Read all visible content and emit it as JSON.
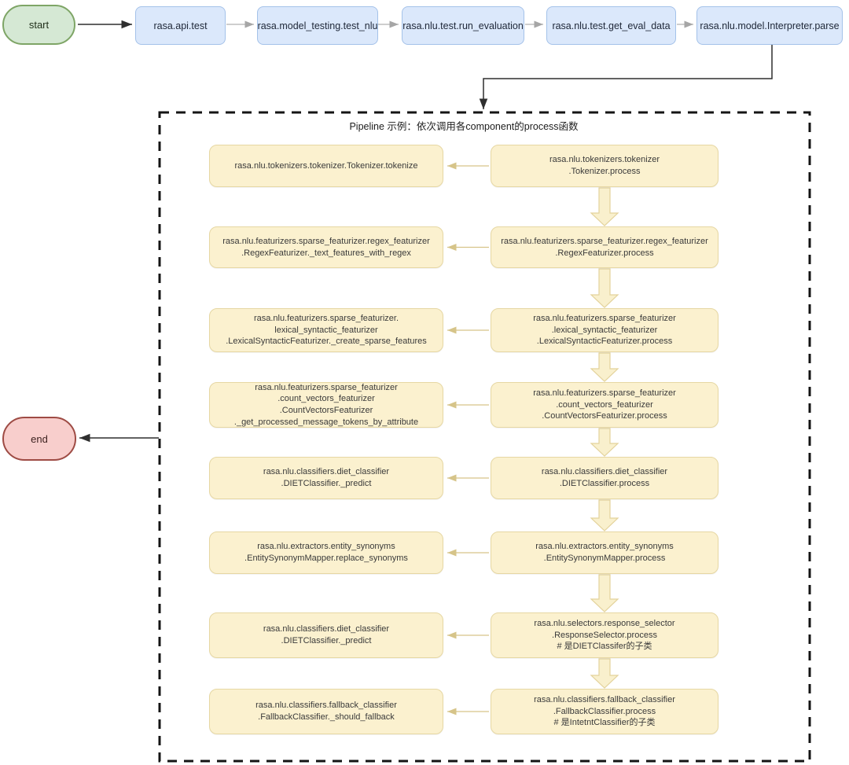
{
  "diagram_title": "Rasa NLU test call-flow diagram",
  "colors": {
    "start_fill": "#d5e8d4",
    "start_border": "#7ea566",
    "end_fill": "#f8cecc",
    "end_border": "#9e4b44",
    "step_fill": "#dbe8fb",
    "step_border": "#a4c2e9",
    "pipeline_box_fill": "#fbf1cf",
    "pipeline_box_border": "#e6d7a3",
    "block_arrow_fill": "#f9f0cd",
    "block_arrow_stroke": "#e3d29b",
    "wire_black": "#2f2f2f",
    "wire_gray": "#b1b1b1",
    "wire_tan": "#d6c489"
  },
  "top_flow": {
    "start_label": "start",
    "end_label": "end",
    "steps": [
      "rasa.api.test",
      "rasa.model_testing.test_nlu",
      "rasa.nlu.test.run_evaluation",
      "rasa.nlu.test.get_eval_data",
      "rasa.nlu.model.Interpreter.parse"
    ]
  },
  "pipeline": {
    "title": "Pipeline 示例：依次调用各component的process函数",
    "rows": [
      {
        "process": [
          "rasa.nlu.tokenizers.tokenizer",
          ".Tokenizer.process"
        ],
        "call": [
          "rasa.nlu.tokenizers.tokenizer.Tokenizer.tokenize"
        ]
      },
      {
        "process": [
          "rasa.nlu.featurizers.sparse_featurizer.regex_featurizer",
          ".RegexFeaturizer.process"
        ],
        "call": [
          "rasa.nlu.featurizers.sparse_featurizer.regex_featurizer",
          ".RegexFeaturizer._text_features_with_regex"
        ]
      },
      {
        "process": [
          "rasa.nlu.featurizers.sparse_featurizer",
          ".lexical_syntactic_featurizer",
          ".LexicalSyntacticFeaturizer.process"
        ],
        "call": [
          "rasa.nlu.featurizers.sparse_featurizer.",
          "lexical_syntactic_featurizer",
          ".LexicalSyntacticFeaturizer._create_sparse_features"
        ]
      },
      {
        "process": [
          "rasa.nlu.featurizers.sparse_featurizer",
          ".count_vectors_featurizer",
          ".CountVectorsFeaturizer.process"
        ],
        "call": [
          "rasa.nlu.featurizers.sparse_featurizer",
          ".count_vectors_featurizer",
          ".CountVectorsFeaturizer",
          "._get_processed_message_tokens_by_attribute"
        ]
      },
      {
        "process": [
          "rasa.nlu.classifiers.diet_classifier",
          ".DIETClassifier.process"
        ],
        "call": [
          "rasa.nlu.classifiers.diet_classifier",
          ".DIETClassifier._predict"
        ]
      },
      {
        "process": [
          "rasa.nlu.extractors.entity_synonyms",
          ".EntitySynonymMapper.process"
        ],
        "call": [
          "rasa.nlu.extractors.entity_synonyms",
          ".EntitySynonymMapper.replace_synonyms"
        ]
      },
      {
        "process": [
          "rasa.nlu.selectors.response_selector",
          ".ResponseSelector.process",
          "# 是DIETClassifer的子类"
        ],
        "call": [
          "rasa.nlu.classifiers.diet_classifier",
          ".DIETClassifier._predict"
        ]
      },
      {
        "process": [
          "rasa.nlu.classifiers.fallback_classifier",
          ".FallbackClassifier.process",
          "# 是IntetntClassifier的子类"
        ],
        "call": [
          "rasa.nlu.classifiers.fallback_classifier",
          ".FallbackClassifier._should_fallback"
        ]
      }
    ]
  }
}
